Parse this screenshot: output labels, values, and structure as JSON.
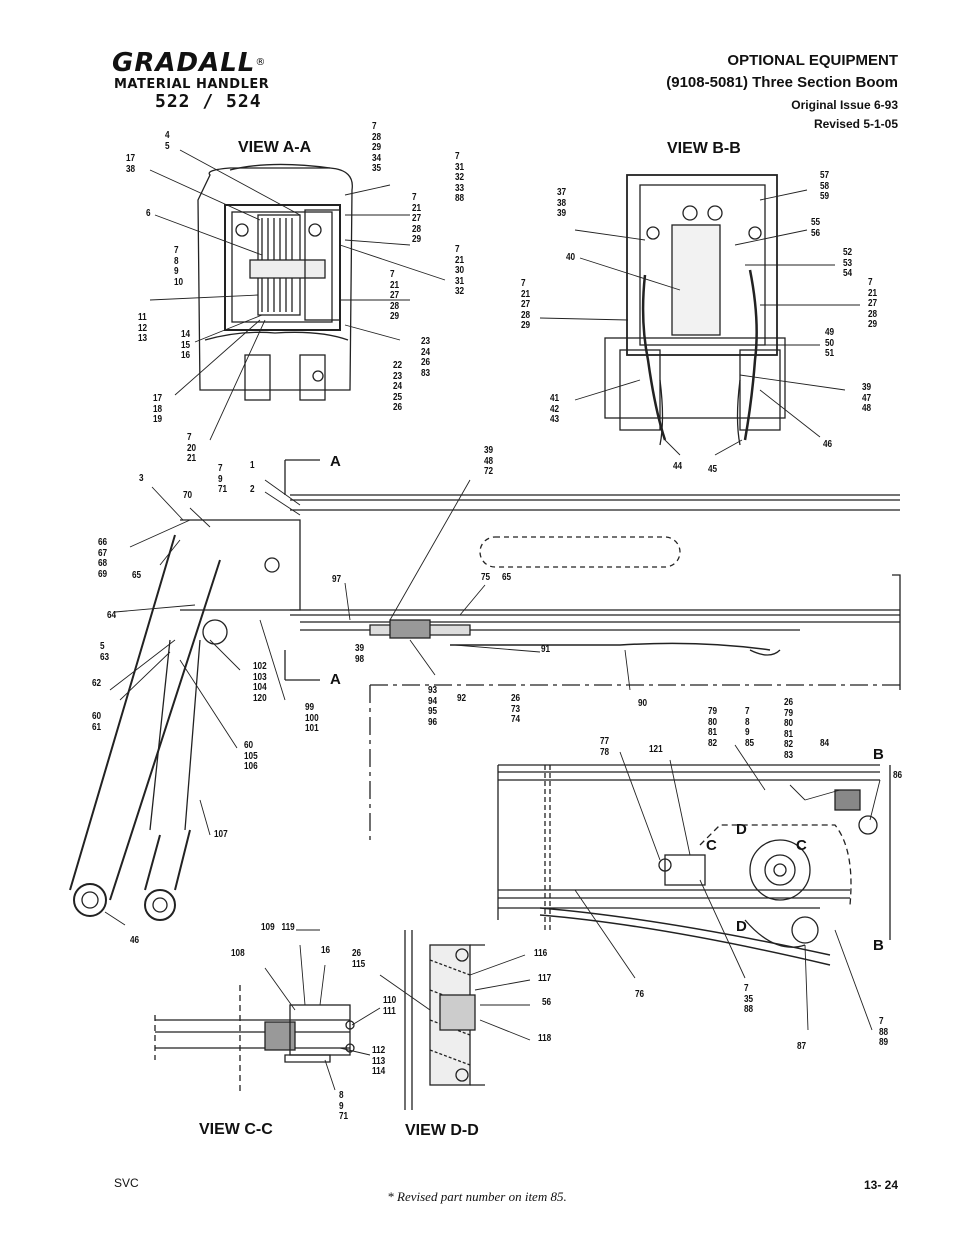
{
  "header": {
    "brand": "GRADALL",
    "brand_mark": "®",
    "subtitle": "MATERIAL HANDLER",
    "models": "522 / 524",
    "section": "OPTIONAL  EQUIPMENT",
    "part_title": "(9108-5081) Three Section Boom",
    "issue": "Original Issue 6-93",
    "revised": "Revised  5-1-05"
  },
  "views": {
    "aa": "VIEW A-A",
    "bb": "VIEW B-B",
    "cc": "VIEW C-C",
    "dd": "VIEW D-D"
  },
  "section_marks": {
    "a_top": "A",
    "a_bottom": "A",
    "b_top": "B",
    "b_bottom": "B",
    "c_left": "C",
    "c_right": "C",
    "d_top": "D",
    "d_bottom": "D"
  },
  "callouts": {
    "aa_4_5": "4\n5",
    "aa_17_38": "17\n38",
    "aa_6": "6",
    "aa_7_8_9_10": "7\n8\n9\n10",
    "aa_11_12_13": "11\n12\n13",
    "aa_14_15_16": "14\n15\n16",
    "aa_17_18_19": "17\n18\n19",
    "aa_7_20_21": "7\n20\n21",
    "aa_7_28_29_34_35": "7\n28\n29\n34\n35",
    "aa_7_31_32_33_88": "7\n31\n32\n33\n88",
    "aa_7_21_27_28_29a": "7\n21\n27\n28\n29",
    "aa_7_21_30_31_32": "7\n21\n30\n31\n32",
    "aa_7_21_27_28_29b": "7\n21\n27\n28\n29",
    "aa_23_24_26_83": "23\n24\n26\n83",
    "aa_22_23_24_25_26": "22\n23\n24\n25\n26",
    "bb_37_38_39": "37\n38\n39",
    "bb_40": "40",
    "bb_7_21_27_28_29": "7\n21\n27\n28\n29",
    "bb_41_42_43": "41\n42\n43",
    "bb_44": "44",
    "bb_45": "45",
    "bb_57_58_59": "57\n58\n59",
    "bb_55_56": "55\n56",
    "bb_52_53_54": "52\n53\n54",
    "bb_7_21_27_28_29r": "7\n21\n27\n28\n29",
    "bb_49_50_51": "49\n50\n51",
    "bb_39_47_48": "39\n47\n48",
    "bb_46": "46",
    "m_1": "1",
    "m_2": "2",
    "m_3": "3",
    "m_7_9_71": "7\n9\n71",
    "m_70": "70",
    "m_66_69": "66\n67\n68\n69",
    "m_65": "65",
    "m_64": "64",
    "m_5_63": "5\n63",
    "m_62": "62",
    "m_60_61": "60\n61",
    "m_97": "97",
    "m_39_48_72": "39\n48\n72",
    "m_75": "75",
    "m_65b": "65",
    "m_91": "91",
    "m_39_98": "39\n98",
    "m_102_120": "102\n103\n104\n120",
    "m_99_101": "99\n100\n101",
    "m_60_105_106": "60\n105\n106",
    "m_93_96": "93\n94\n95\n96",
    "m_92": "92",
    "m_26_73_74": "26\n73\n74",
    "m_90": "90",
    "m_107": "107",
    "m_46": "46",
    "r_77_78": "77\n78",
    "r_121": "121",
    "r_79_82": "79\n80\n81\n82",
    "r_7_8_9_85": "7\n8\n9\n85",
    "r_26_83": "26\n79\n80\n81\n82\n83",
    "r_84": "84",
    "r_86": "86",
    "r_76": "76",
    "r_7_35_88": "7\n35\n88",
    "r_87": "87",
    "r_7_88_89": "7\n88\n89",
    "cc_108": "108",
    "cc_109_119": "109   119",
    "cc_16": "16",
    "cc_110_111": "110\n111",
    "cc_112_114": "112\n113\n114",
    "cc_8_9_71": "8\n9\n71",
    "dd_26_115": "26\n115",
    "dd_116": "116",
    "dd_117": "117",
    "dd_56": "56",
    "dd_118": "118"
  },
  "footer": {
    "left": "SVC",
    "note": "* Revised part number on item 85.",
    "page": "13- 24"
  }
}
